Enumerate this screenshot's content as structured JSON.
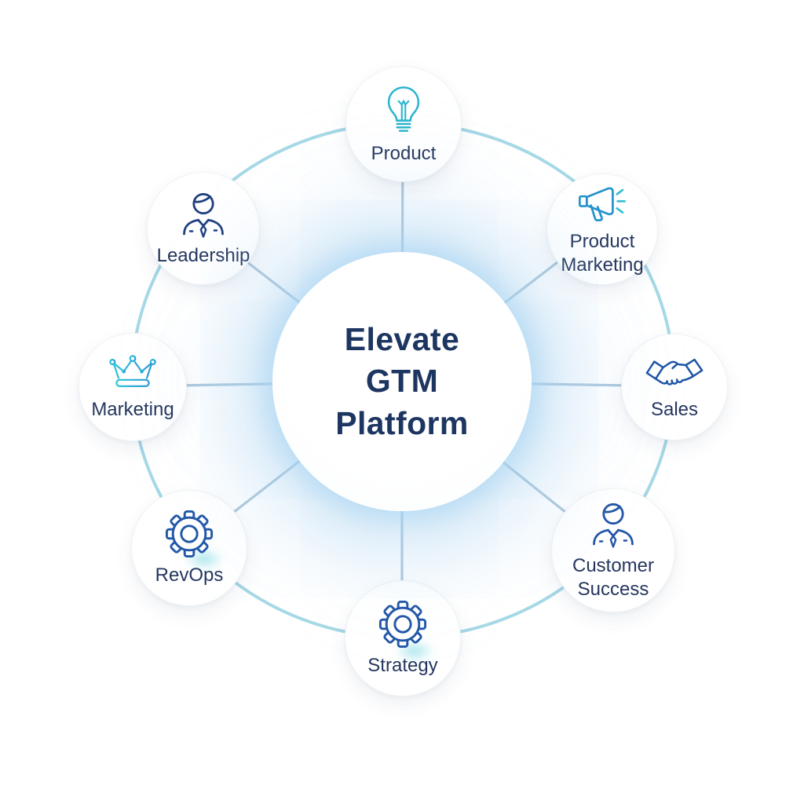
{
  "diagram": {
    "hub": {
      "line1": "Elevate",
      "line2": "GTM",
      "line3": "Platform"
    },
    "nodes": [
      {
        "id": "product",
        "label": "Product",
        "icon": "lightbulb-icon"
      },
      {
        "id": "product-marketing",
        "label": "Product Marketing",
        "icon": "megaphone-icon"
      },
      {
        "id": "sales",
        "label": "Sales",
        "icon": "handshake-icon"
      },
      {
        "id": "customer-success",
        "label": "Customer Success",
        "icon": "person-icon"
      },
      {
        "id": "strategy",
        "label": "Strategy",
        "icon": "gear-icon"
      },
      {
        "id": "revops",
        "label": "RevOps",
        "icon": "gear-icon"
      },
      {
        "id": "marketing",
        "label": "Marketing",
        "icon": "crown-icon"
      },
      {
        "id": "leadership",
        "label": "Leadership",
        "icon": "executive-icon"
      }
    ],
    "colors": {
      "hub_text": "#1d3661",
      "label_text": "#25365e",
      "teal": "#2ab5cd",
      "blue": "#2492cb",
      "dark_blue": "#1d55a5",
      "navy": "#1e3f7f",
      "ring": "#a6d8e6",
      "spoke": "#aec9dd"
    }
  }
}
